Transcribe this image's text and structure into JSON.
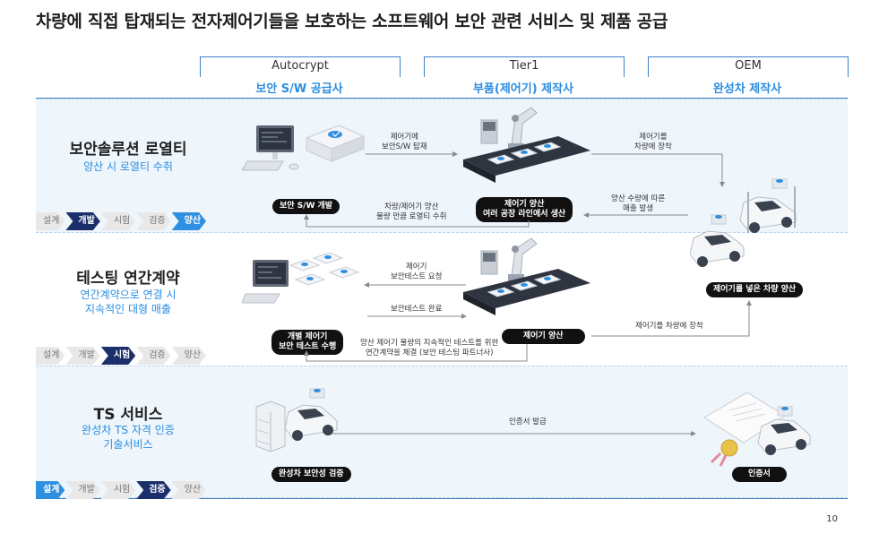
{
  "title": "차량에 직접 탑재되는 전자제어기들을 보호하는 소프트웨어 보안 관련 서비스 및 제품 공급",
  "columns": [
    {
      "name": "Autocrypt",
      "role": "보안 S/W 공급사"
    },
    {
      "name": "Tier1",
      "role": "부품(제어기) 제작사"
    },
    {
      "name": "OEM",
      "role": "완성차 제작사"
    }
  ],
  "sections": [
    {
      "title": "보안솔루션 로열티",
      "subtitle": [
        "양산 시 로열티 수취"
      ],
      "steps": [
        "설계",
        "개발",
        "시험",
        "검증",
        "양산"
      ],
      "pills": {
        "autocrypt": "보안 S/W 개발",
        "tier1": [
          "제어기 양산",
          "여러 공장 라인에서 생산"
        ]
      },
      "labels": {
        "to_tier1": [
          "제어기에",
          "보안S/W 탑재"
        ],
        "to_oem": [
          "제어기를",
          "차량에 장착"
        ],
        "from_oem": [
          "양산 수량에 따른",
          "매출 발생"
        ],
        "royalty": [
          "차량/제어기 양산",
          "물량 만큼 로열티 수취"
        ]
      }
    },
    {
      "title": "테스팅 연간계약",
      "subtitle": [
        "연간계약으로 연결 시",
        "지속적인 대형 매출"
      ],
      "steps": [
        "설계",
        "개발",
        "시험",
        "검증",
        "양산"
      ],
      "pills": {
        "autocrypt": [
          "개별 제어기",
          "보안 테스트 수행"
        ],
        "tier1": "제어기 양산",
        "oem": "제어기를 넣은 차량 양산"
      },
      "labels": {
        "request": [
          "제어기",
          "보안테스트 요청"
        ],
        "done": "보안테스트 완료",
        "mount": "제어기를 차량에 장착",
        "contract": [
          "양산 제어기 물량의 지속적인 테스트를 위한",
          "연간계약을 체결 (보안 테스팅 파트너사)"
        ]
      }
    },
    {
      "title": "TS 서비스",
      "subtitle": [
        "완성차 TS 자격 인증",
        "기술서비스"
      ],
      "steps": [
        "설계",
        "개발",
        "시험",
        "검증",
        "양산"
      ],
      "pills": {
        "autocrypt": "완성차 보안성 검증",
        "oem": "인증서"
      },
      "labels": {
        "cert": "인증서 발급"
      }
    }
  ],
  "page_number": "10",
  "colors": {
    "accent_blue": "#2f8fe0",
    "dark_navy": "#1b2f6b",
    "band": "#eef5fb",
    "rule": "#3f7fc4"
  },
  "icons": [
    "computer-icon",
    "controller-icon",
    "robot-arm-icon",
    "conveyor-icon",
    "car-icon",
    "server-icon",
    "certificate-icon"
  ]
}
